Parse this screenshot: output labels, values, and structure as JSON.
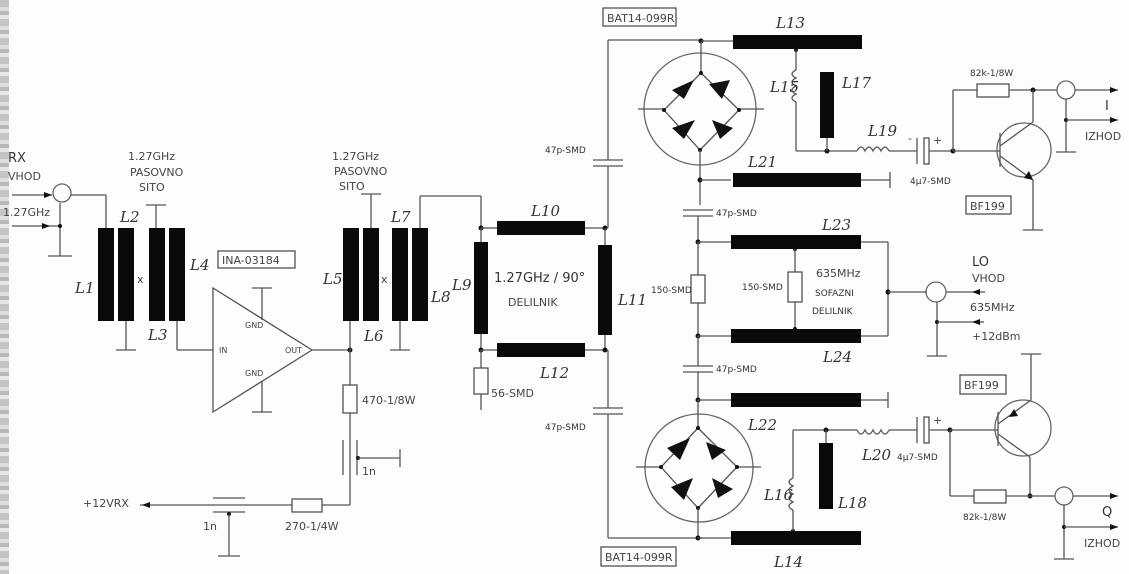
{
  "schematic": {
    "rx_input": {
      "label": "RX",
      "sublabel": "VHOD",
      "freq": "1.27GHz"
    },
    "filter1": {
      "freq": "1.27GHz",
      "line1": "PASOVNO",
      "line2": "SITO",
      "cross": "x"
    },
    "filter2": {
      "freq": "1.27GHz",
      "line1": "PASOVNO",
      "line2": "SITO",
      "cross": "x"
    },
    "amplifier": {
      "part": "INA-03184",
      "in": "IN",
      "out": "OUT",
      "gnd_top": "GND",
      "gnd_bottom": "GND"
    },
    "splitter_90": {
      "line1": "1.27GHz / 90°",
      "line2": "DELILNIK",
      "termination": "56-SMD"
    },
    "inphase_splitter": {
      "freq": "635MHz",
      "line1": "SOFAZNI",
      "line2": "DELILNIK",
      "res_left": "150-SMD",
      "res_mid": "150-SMD"
    },
    "lo_input": {
      "label": "LO",
      "sublabel": "VHOD",
      "freq": "635MHz",
      "level": "+12dBm"
    },
    "mixers": {
      "top_part": "BAT14-099R",
      "bottom_part": "BAT14-099R"
    },
    "capacitors": {
      "c_top": "47p-SMD",
      "c_mid1": "47p-SMD",
      "c_mid2": "47p-SMD",
      "c_bottom": "47p-SMD"
    },
    "i_output": {
      "transistor": "BF199",
      "resistor": "82k-1/8W",
      "coupling_cap": "4μ7-SMD",
      "label": "I",
      "sublabel": "IZHOD"
    },
    "q_output": {
      "transistor": "BF199",
      "resistor": "82k-1/8W",
      "coupling_cap": "4μ7-SMD",
      "label": "Q",
      "sublabel": "IZHOD"
    },
    "supply": {
      "label": "+12VRX",
      "r_series": "270-1/4W",
      "r_bias": "470-1/8W",
      "choke1": "1n",
      "choke2": "1n"
    },
    "inductors": {
      "L1": "L1",
      "L2": "L2",
      "L3": "L3",
      "L4": "L4",
      "L5": "L5",
      "L6": "L6",
      "L7": "L7",
      "L8": "L8",
      "L9": "L9",
      "L10": "L10",
      "L11": "L11",
      "L12": "L12",
      "L13": "L13",
      "L14": "L14",
      "L15": "L15",
      "L16": "L16",
      "L17": "L17",
      "L18": "L18",
      "L19": "L19",
      "L20": "L20",
      "L21": "L21",
      "L22": "L22",
      "L23": "L23",
      "L24": "L24"
    }
  }
}
